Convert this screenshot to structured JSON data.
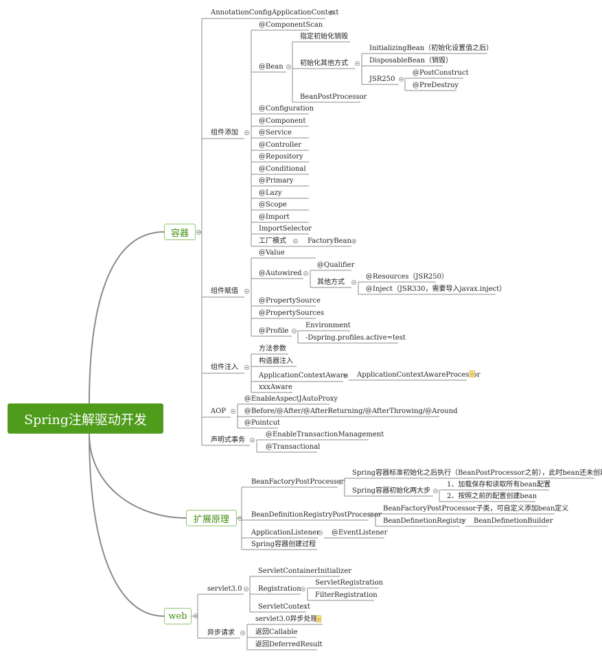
{
  "root": "Spring注解驱动开发",
  "branches": {
    "container": "容器",
    "extension": "扩展原理",
    "web": "web"
  },
  "container": {
    "annotation_config_context": "AnnotationConfigApplicationContext",
    "component_add": {
      "label": "组件添加",
      "component_scan": "@ComponentScan",
      "bean": "@Bean",
      "bean_init_destroy": "指定初始化销毁",
      "bean_other_ways": "初始化其他方式",
      "initializing_bean": "InitializingBean（初始化设置值之后）",
      "disposable_bean": "DisposableBean（销毁）",
      "jsr250": "JSR250",
      "post_construct": "@PostConstruct",
      "pre_destroy": "@PreDestroy",
      "bean_post_processor": "BeanPostProcessor",
      "items": [
        "@Configuration",
        "@Component",
        "@Service",
        "@Controller",
        "@Repository",
        "@Conditional",
        "@Primary",
        "@Lazy",
        "@Scope",
        "@Import",
        "ImportSelector"
      ],
      "factory_mode": "工厂模式",
      "factory_bean": "FactoryBean"
    },
    "component_assign": {
      "label": "组件赋值",
      "value": "@Value",
      "autowired": "@Autowired",
      "qualifier": "@Qualifier",
      "other_ways": "其他方式",
      "resources": "@Resources（JSR250）",
      "inject": "@Inject（JSR330，需要导入javax.inject）",
      "property_source": "@PropertySource",
      "property_sources": "@PropertySources",
      "profile": "@Profile",
      "environment": "Environment",
      "profiles_active": "-Dspring.profiles.active=test"
    },
    "component_inject": {
      "label": "组件注入",
      "method_params": "方法参数",
      "constructor_inject": "构造器注入",
      "aware": "ApplicationContextAware",
      "aware_processor": "ApplicationContextAwareProcessor",
      "xxx_aware": "xxxAware"
    },
    "aop": {
      "label": "AOP",
      "enable": "@EnableAspectJAutoProxy",
      "advices": "@Before/@After/@AfterReturning/@AfterThrowing/@Around",
      "pointcut": "@Pointcut"
    },
    "tx": {
      "label": "声明式事务",
      "enable": "@EnableTransactionManagement",
      "transactional": "@Transactional"
    }
  },
  "extension": {
    "bfpp": "BeanFactoryPostProcessor",
    "bfpp_desc": "Spring容器标准初始化之后执行（BeanPostProcessor之前），此时bean还未创建",
    "two_steps": "Spring容器初始化两大步",
    "step1": "1、加载保存和读取所有bean配置",
    "step2": "2、按照之前的配置创建bean",
    "bdrpp": "BeanDefinitionRegistryPostProcessor",
    "bdrpp_desc": "BeanFactoryPostProcessor子类，可自定义添加bean定义",
    "bd_registry": "BeanDefinetionRegistry",
    "bd_builder": "BeanDefinetionBuilder",
    "listener": "ApplicationListener",
    "event_listener": "@EventListener",
    "create_process": "Spring容器创建过程"
  },
  "web": {
    "servlet3": "servlet3.0",
    "sci": "ServletContainerInitializer",
    "registration": "Registration",
    "servlet_registration": "ServletRegistration",
    "filter_registration": "FilterRegistration",
    "servlet_context": "ServletContext",
    "async": "异步请求",
    "async_processing": "servlet3.0异步处理",
    "callable": "返回Callable",
    "deferred": "返回DeferredResult"
  },
  "colors": {
    "root_fill": "#4f9c1c",
    "branch_text": "#3e8e0b",
    "branch_border": "#8fc46a",
    "line": "#8a8a8a"
  }
}
